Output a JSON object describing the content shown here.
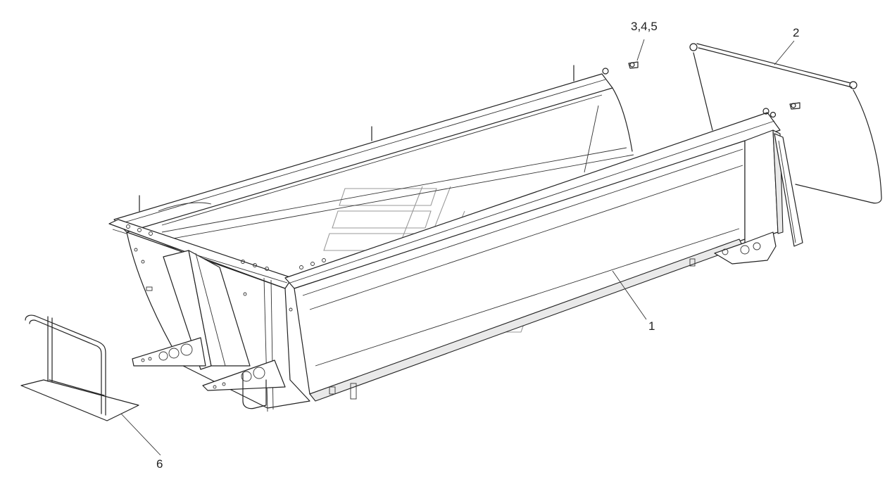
{
  "callouts": [
    {
      "id": "1",
      "label": "1"
    },
    {
      "id": "2",
      "label": "2"
    },
    {
      "id": "3",
      "label": "3,4,5"
    },
    {
      "id": "6",
      "label": "6"
    }
  ],
  "colors": {
    "line": "#222222",
    "watermark": "#9a9a9a",
    "background": "#ffffff"
  }
}
